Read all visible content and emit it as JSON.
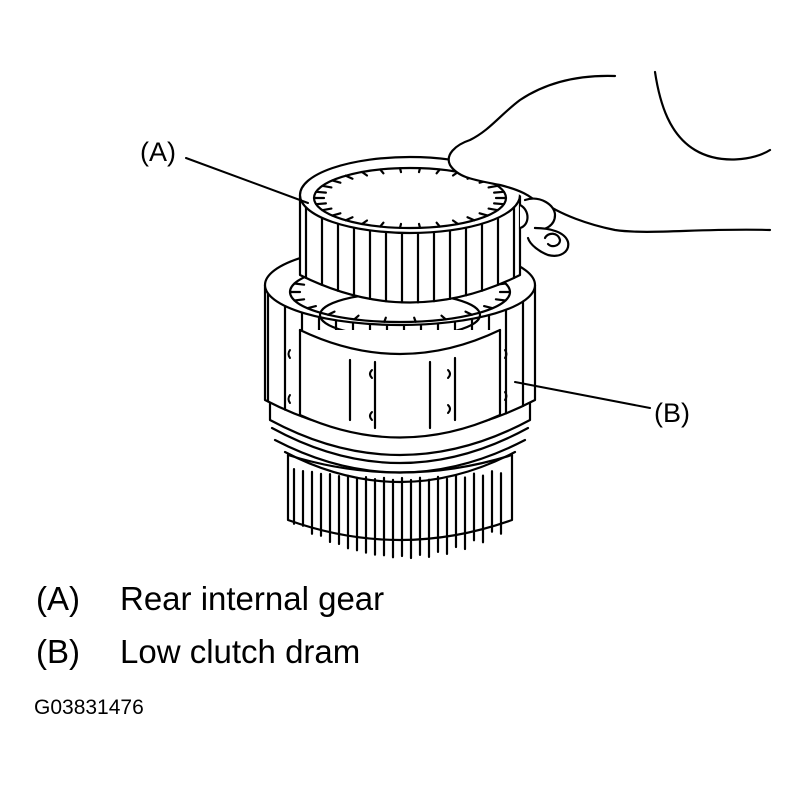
{
  "callouts": {
    "a": "(A)",
    "b": "(B)"
  },
  "legend": [
    {
      "key": "(A)",
      "label": "Rear internal gear"
    },
    {
      "key": "(B)",
      "label": "Low clutch dram"
    }
  ],
  "figure_id": "G03831476",
  "colors": {
    "line": "#000000",
    "background": "#ffffff"
  }
}
